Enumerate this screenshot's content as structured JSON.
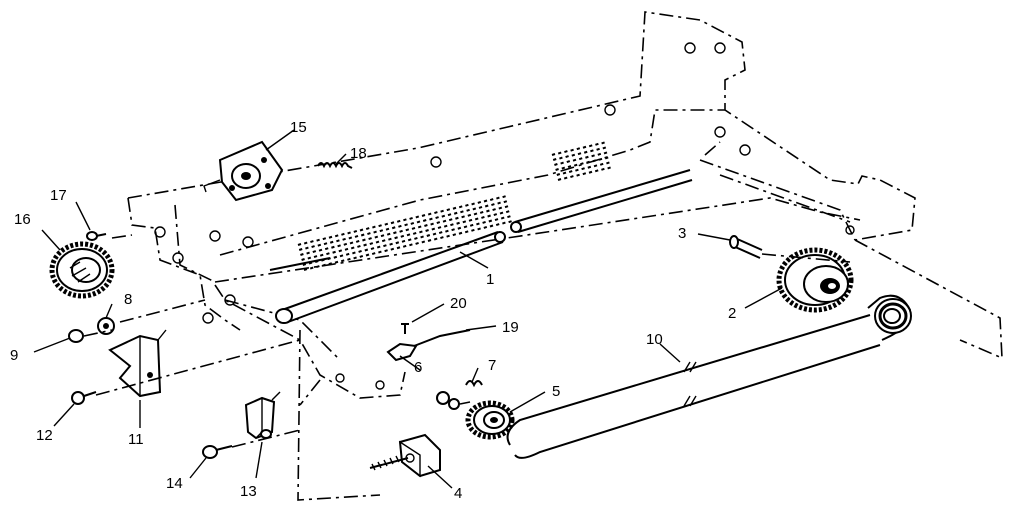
{
  "diagram": {
    "part_labels": [
      "1",
      "2",
      "3",
      "4",
      "5",
      "6",
      "7",
      "8",
      "9",
      "10",
      "11",
      "12",
      "13",
      "14",
      "15",
      "16",
      "17",
      "18",
      "19",
      "20"
    ]
  }
}
